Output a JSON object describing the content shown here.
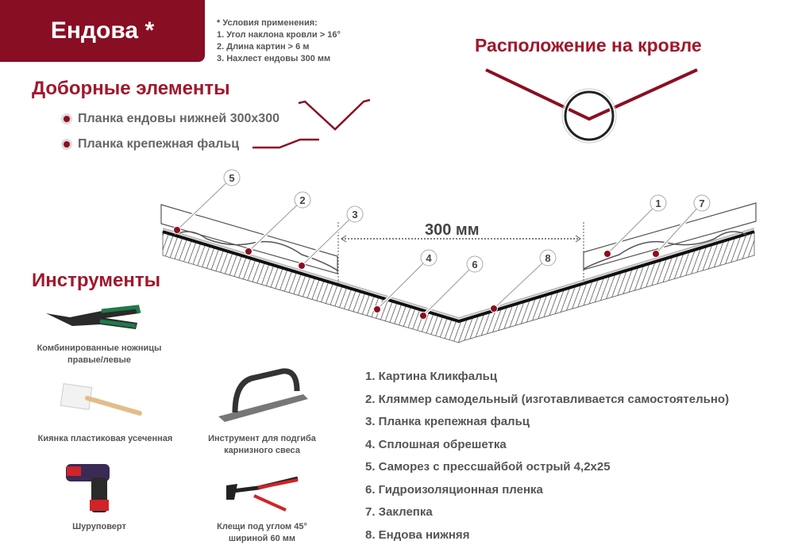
{
  "title": "Ендова *",
  "conditions": {
    "heading": "* Условия применения:",
    "items": [
      "1. Угол наклона кровли > 16°",
      "2. Длина картин > 6 м",
      "3. Нахлест ендовы 300 мм"
    ]
  },
  "location_title": "Расположение на кровле",
  "extra_elements": {
    "heading": "Доборные элементы",
    "items": [
      "Планка ендовы нижней 300х300",
      "Планка крепежная фальц"
    ]
  },
  "tools": {
    "heading": "Инструменты",
    "items": [
      {
        "l1": "Комбинированные ножницы",
        "l2": "правые/левые"
      },
      {
        "l1": "Киянка пластиковая усеченная",
        "l2": ""
      },
      {
        "l1": "Инструмент для подгиба",
        "l2": "карнизного свеса"
      },
      {
        "l1": "Шуруповерт",
        "l2": ""
      },
      {
        "l1": "Клещи под углом 45°",
        "l2": "шириной 60 мм"
      }
    ]
  },
  "diagram": {
    "dimension": "300 мм",
    "callouts": [
      "1",
      "2",
      "3",
      "4",
      "5",
      "6",
      "7",
      "8"
    ]
  },
  "legend": [
    "1. Картина Кликфальц",
    "2. Кляммер самодельный (изготавливается самостоятельно)",
    "3. Планка крепежная фальц",
    "4. Сплошная обрешетка",
    "5. Саморез с прессшайбой острый 4,2х25",
    "6. Гидроизоляционная пленка",
    "7. Заклепка",
    "8. Ендова нижняя"
  ],
  "colors": {
    "brand": "#880e23",
    "heading": "#a0182c"
  }
}
